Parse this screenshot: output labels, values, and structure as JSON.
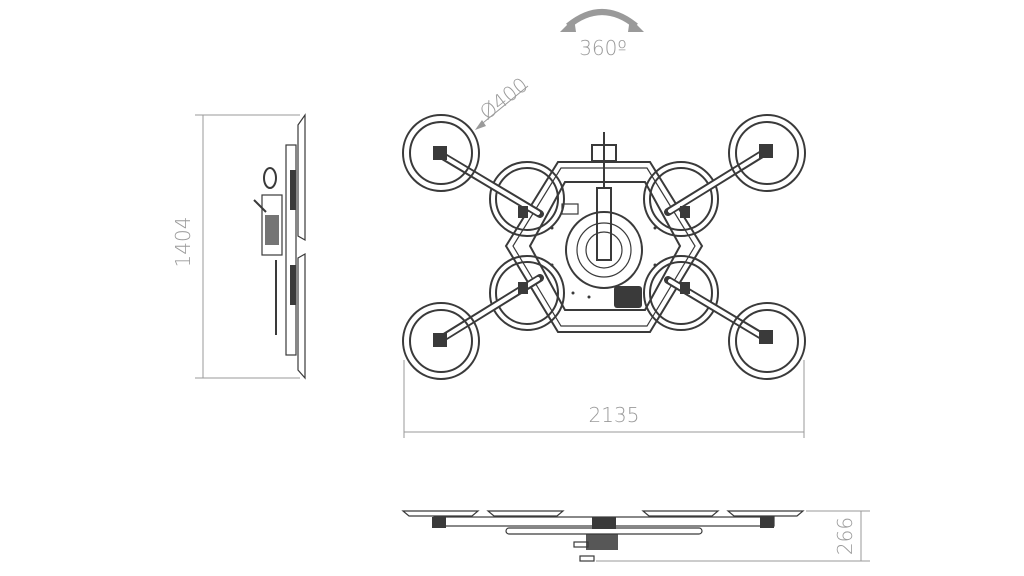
{
  "labels": {
    "rotation": "360º",
    "pad_diameter": "Ø400",
    "height": "1404",
    "width": "2135",
    "depth": "266"
  },
  "colors": {
    "line": "#3a3a3a",
    "dimension": "#9a9a9a"
  }
}
